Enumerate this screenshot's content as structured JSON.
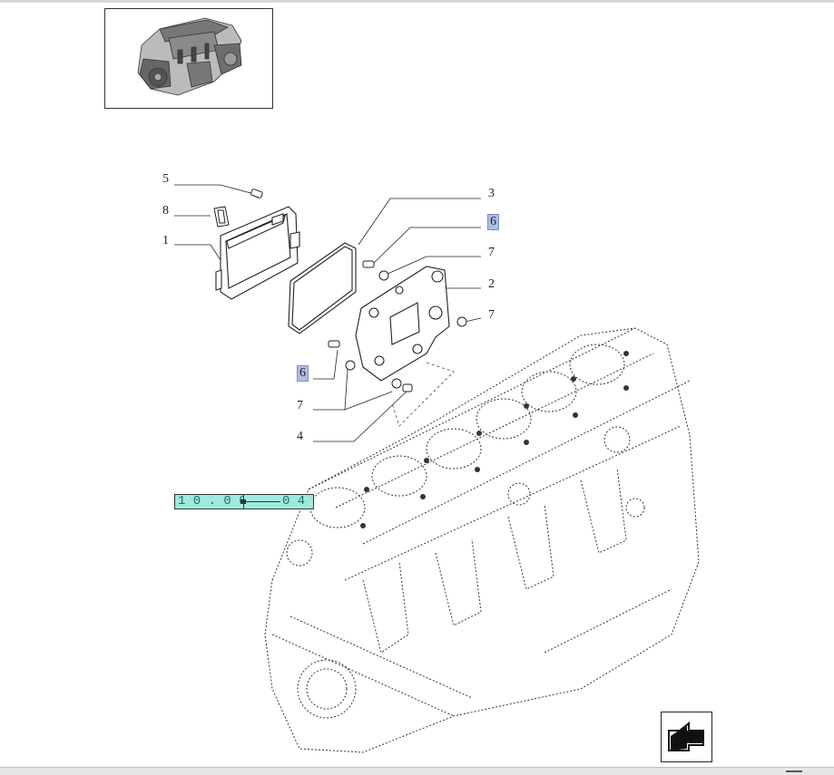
{
  "callouts": {
    "c5": "5",
    "c8": "8",
    "c1": "1",
    "c3": "3",
    "c6a": "6",
    "c7a": "7",
    "c2": "2",
    "c7b": "7",
    "c6b": "6",
    "c7c": "7",
    "c4": "4"
  },
  "reference": {
    "left": "1 0 . 0 0",
    "right": "0 4"
  },
  "icons": {
    "nav": "next-page-arrow-icon",
    "thumbnail": "engine-thumbnail"
  },
  "colors": {
    "highlight": "#aebde6",
    "reference_box": "#9fe9df"
  }
}
